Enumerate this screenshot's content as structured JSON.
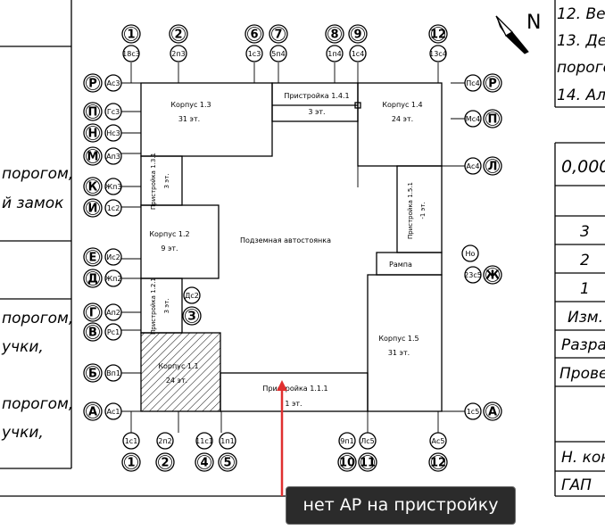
{
  "left_notes": {
    "row1": [
      "порогом,",
      "й замок"
    ],
    "row2": [
      "порогом,",
      "учки,"
    ],
    "row3": [
      "порогом,",
      "учки,"
    ]
  },
  "right_notes": {
    "n12": "12. Ве",
    "n13a": "13. Де",
    "n13b": "порого",
    "n14": "14.  Ал"
  },
  "right_table": {
    "top": "0,000",
    "rows": [
      "3",
      "2",
      "1"
    ],
    "labels": [
      "Изм.",
      "Разра",
      "Провер",
      "Н. кон",
      "ГАП"
    ]
  },
  "north": "N",
  "buildings": {
    "k13": [
      "Корпус 1.3",
      "31 эт."
    ],
    "k14": [
      "Корпус 1.4",
      "24 эт."
    ],
    "k12": [
      "Корпус 1.2",
      "9 эт."
    ],
    "k11": [
      "Корпус 1.1",
      "24 эт."
    ],
    "k15": [
      "Корпус 1.5",
      "31 эт."
    ],
    "p141": [
      "Пристройка 1.4.1",
      "3 эт."
    ],
    "p111": [
      "Пристройка 1.1.1",
      "1 эт."
    ],
    "p131": [
      "Пристройка 1.3.1",
      "3 эт."
    ],
    "p121": [
      "Пристройка 1.2.1",
      "3 эт."
    ],
    "p151": [
      "Пристройка 1.5.1",
      "-1 эт."
    ],
    "ramp": "Рампа",
    "parking": "Подземная автостоянка"
  },
  "top_axes": [
    {
      "id": "1",
      "sub": "18с3"
    },
    {
      "id": "2",
      "sub": "2п3"
    },
    {
      "id": "6",
      "sub": "1с3"
    },
    {
      "id": "7",
      "sub": "5п4"
    },
    {
      "id": "8",
      "sub": "1п4"
    },
    {
      "id": "9",
      "sub": "1с4"
    },
    {
      "id": "12",
      "sub": "13с4"
    }
  ],
  "bottom_axes": [
    {
      "id": "1",
      "sub": "1с1"
    },
    {
      "id": "2",
      "sub": "2п2"
    },
    {
      "id": "4",
      "sub": "11с1"
    },
    {
      "id": "5",
      "sub": "1п1"
    },
    {
      "id": "10",
      "sub": "9п1"
    },
    {
      "id": "11",
      "sub": "Лс5"
    },
    {
      "id": "12",
      "sub": "Ас5"
    }
  ],
  "left_axes": [
    {
      "id": "Р",
      "sub": "Ас3"
    },
    {
      "id": "П",
      "sub": "Гс3"
    },
    {
      "id": "Н",
      "sub": "Нс3"
    },
    {
      "id": "М",
      "sub": "Ап3"
    },
    {
      "id": "К",
      "sub": "Жп3"
    },
    {
      "id": "И",
      "sub": "1с2"
    },
    {
      "id": "Е",
      "sub": "Ис2"
    },
    {
      "id": "Д",
      "sub": "Жп2"
    },
    {
      "id": "Г",
      "sub": "Ап2"
    },
    {
      "id": "В",
      "sub": "Рс1"
    },
    {
      "id": "Б",
      "sub": "Вп1"
    },
    {
      "id": "А",
      "sub": "Ас1"
    }
  ],
  "right_axes": [
    {
      "id": "Р",
      "sub": "Пс4"
    },
    {
      "id": "П",
      "sub": "Мс4"
    },
    {
      "id": "Л",
      "sub": "Ас4"
    },
    {
      "id": "Ж",
      "sub": "23с5"
    },
    {
      "id": "А",
      "sub": "1с5"
    }
  ],
  "extra_axes": {
    "on": "Но",
    "z_id": "З",
    "z_sub": "Дс2"
  },
  "tooltip": "нет АР  на пристройку",
  "colors": {
    "tooltip_bg": "#2b2b2b",
    "arrow": "#e03030",
    "line": "#000000"
  }
}
